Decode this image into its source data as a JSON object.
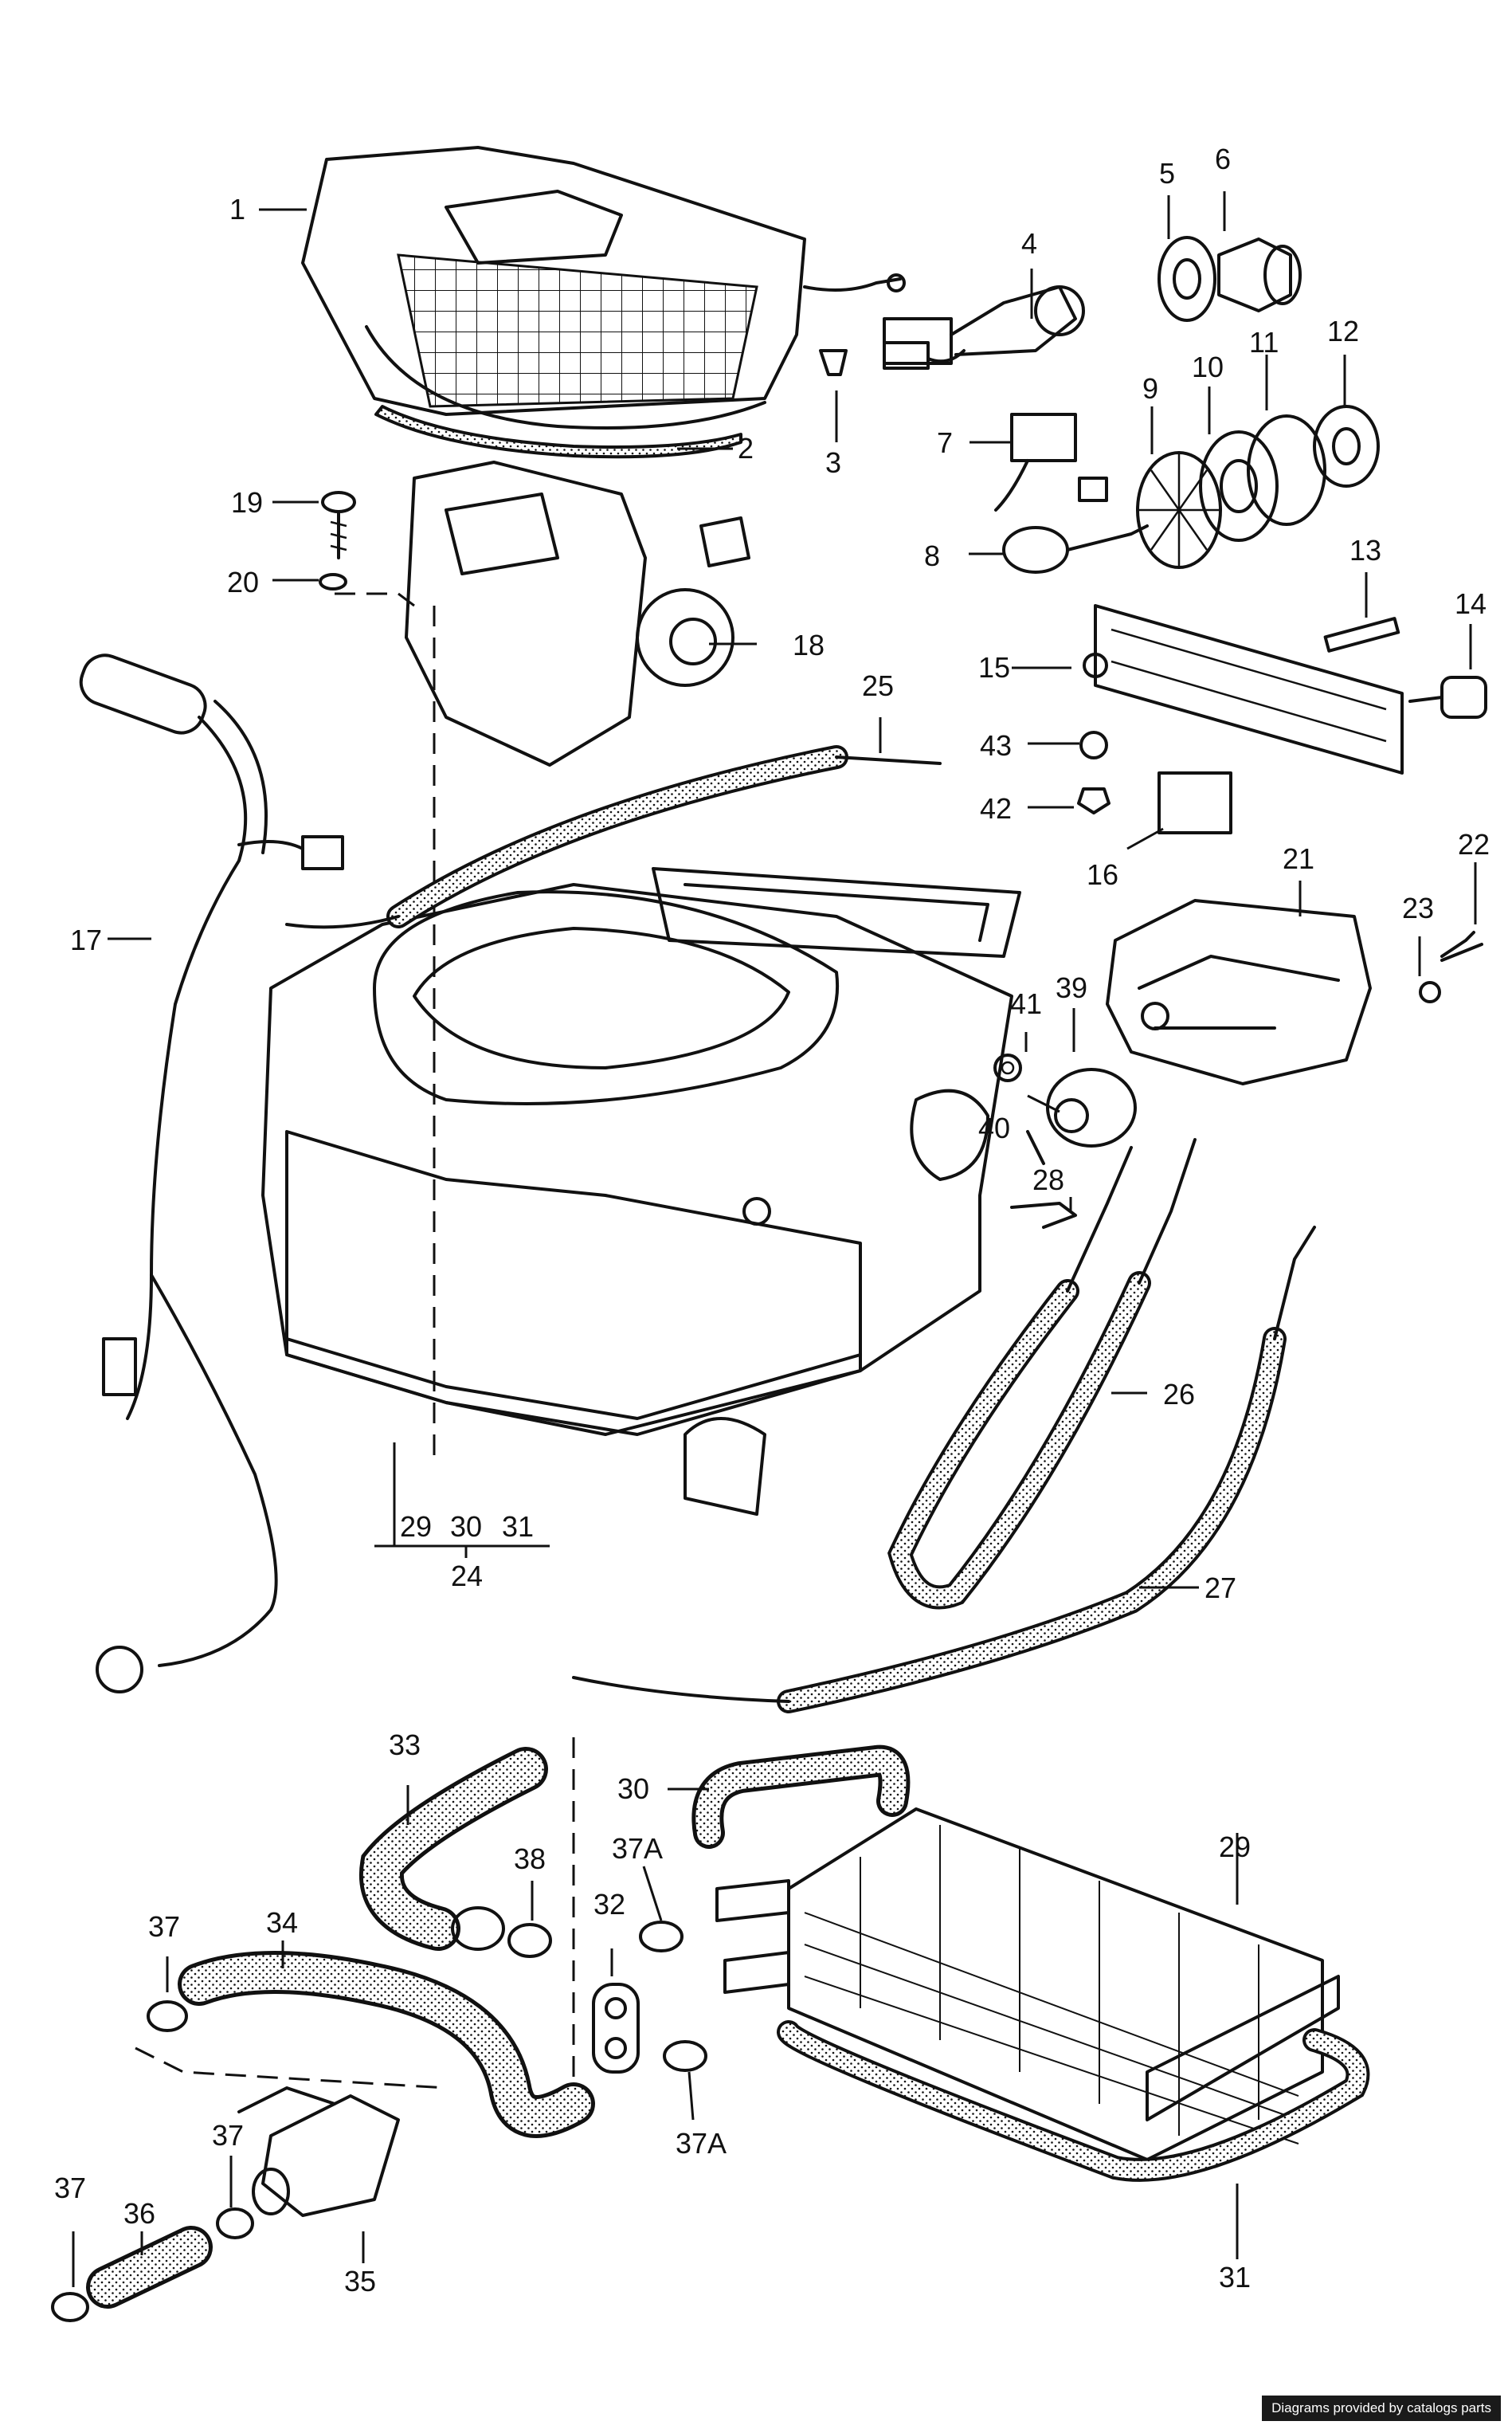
{
  "labels": {
    "p1": "1",
    "p2": "2",
    "p3": "3",
    "p4": "4",
    "p5": "5",
    "p6": "6",
    "p7": "7",
    "p8": "8",
    "p9": "9",
    "p10": "10",
    "p11": "11",
    "p12": "12",
    "p13": "13",
    "p14": "14",
    "p15": "15",
    "p16": "16",
    "p17": "17",
    "p18": "18",
    "p19": "19",
    "p20": "20",
    "p21": "21",
    "p22": "22",
    "p23": "23",
    "p24": "24",
    "p25": "25",
    "p26": "26",
    "p27": "27",
    "p28": "28",
    "p29a": "29",
    "p30a": "30",
    "p31a": "31",
    "p29b": "29",
    "p30b": "30",
    "p31b": "31",
    "p32": "32",
    "p33": "33",
    "p34": "34",
    "p35": "35",
    "p36": "36",
    "p37a": "37",
    "p37b": "37",
    "p37c": "37",
    "p37Aa": "37A",
    "p37Ab": "37A",
    "p38": "38",
    "p39": "39",
    "p40": "40",
    "p41": "41",
    "p42": "42",
    "p43": "43"
  },
  "credit": "Diagrams provided by catalogs parts"
}
